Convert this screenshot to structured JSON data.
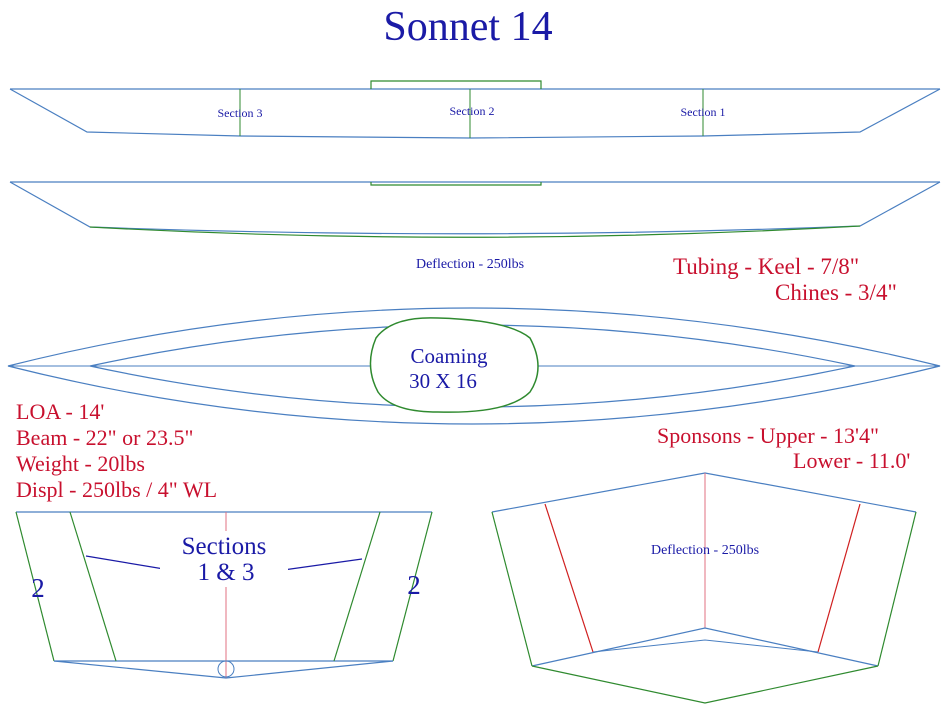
{
  "title": "Sonnet 14",
  "side_view": {
    "section3": "Section 3",
    "section2": "Section 2",
    "section1": "Section 1"
  },
  "deflection_view": {
    "label": "Deflection - 250lbs"
  },
  "tubing": {
    "keel": "Tubing - Keel - 7/8\"",
    "chines": "Chines -  3/4\""
  },
  "plan_view": {
    "coaming_label": "Coaming",
    "coaming_size": "30 X 16"
  },
  "specs": {
    "loa": "LOA - 14'",
    "beam": "Beam -  22\" or  23.5\"",
    "weight": "Weight - 20lbs",
    "displ": "Displ - 250lbs / 4\" WL"
  },
  "sponsons": {
    "upper": "Sponsons - Upper - 13'4\"",
    "lower": "Lower -  11.0'"
  },
  "sections_view": {
    "title": "Sections",
    "subtitle": "1 & 3",
    "left_num": "2",
    "right_num": "2"
  },
  "deflection_section": {
    "label": "Deflection - 250lbs"
  },
  "colors": {
    "blue": "#4a7fc1",
    "green": "#2f8a2f",
    "red": "#d02020",
    "navy": "#1a1aa6",
    "crimson": "#c8102e"
  }
}
